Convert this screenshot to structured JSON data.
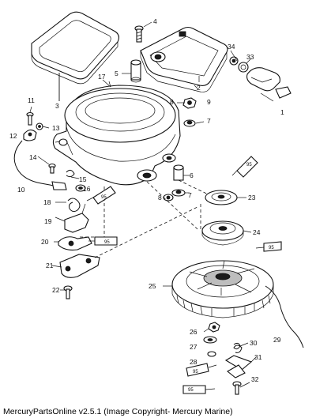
{
  "diagram": {
    "callouts": [
      "1",
      "2",
      "3",
      "4",
      "5",
      "6",
      "7",
      "7",
      "8",
      "8",
      "9",
      "10",
      "11",
      "12",
      "13",
      "14",
      "15",
      "16",
      "17",
      "18",
      "19",
      "20",
      "21",
      "22",
      "23",
      "24",
      "25",
      "26",
      "27",
      "28",
      "29",
      "30",
      "31",
      "32",
      "33",
      "34"
    ],
    "lubricant_tags": [
      "95",
      "95",
      "95",
      "95",
      "95",
      "95"
    ]
  },
  "caption": "MercuryPartsOnline v2.5.1 (Image Copyright- Mercury Marine)"
}
